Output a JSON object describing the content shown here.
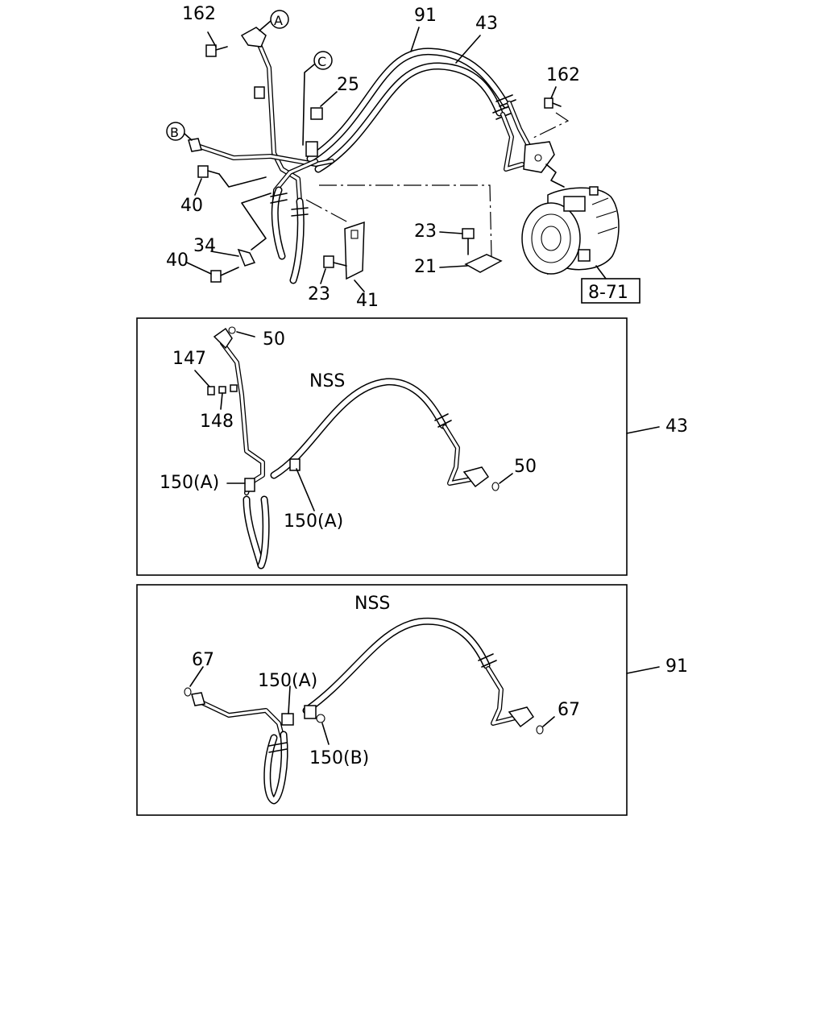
{
  "callouts": {
    "a": "A",
    "b": "B",
    "c": "C"
  },
  "top_labels": {
    "p162_left": "162",
    "p91": "91",
    "p43": "43",
    "p162_right": "162",
    "p25": "25",
    "p40_upper": "40",
    "p34": "34",
    "p40_lower": "40",
    "p23_center": "23",
    "p41": "41",
    "p23_right": "23",
    "p21": "21",
    "ref": "8-71"
  },
  "box43": {
    "assembly_label": "43",
    "labels": {
      "p50_top": "50",
      "p147": "147",
      "p148": "148",
      "nss": "NSS",
      "p50_right": "50",
      "p150a_left": "150(A)",
      "p150a_bottom": "150(A)"
    }
  },
  "box91": {
    "assembly_label": "91",
    "labels": {
      "nss": "NSS",
      "p67_left": "67",
      "p150a": "150(A)",
      "p67_right": "67",
      "p150b": "150(B)"
    }
  }
}
